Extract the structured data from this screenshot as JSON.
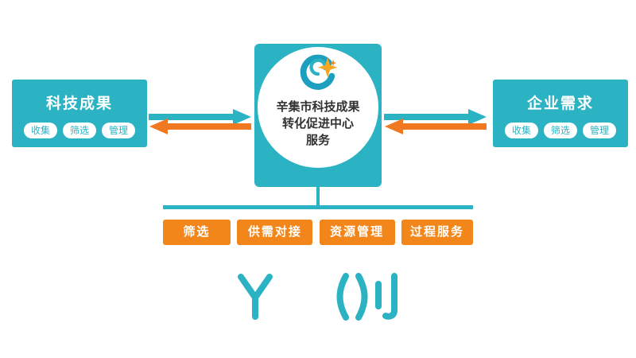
{
  "colors": {
    "teal": "#2bb3c4",
    "orange_button": "#f2861a",
    "orange_arrow": "#f07820",
    "dark_text": "#333333",
    "white": "#ffffff"
  },
  "left_panel": {
    "title": "科技成果",
    "tags": [
      "收集",
      "筛选",
      "管理"
    ]
  },
  "right_panel": {
    "title": "企业需求",
    "tags": [
      "收集",
      "筛选",
      "管理"
    ]
  },
  "center": {
    "lines": [
      "辛集市科技成果",
      "转化促进中心",
      "服务"
    ],
    "logo": "swirl-with-orange-star"
  },
  "flows": {
    "teal_arrow_direction": "left-to-right",
    "orange_arrow_direction": "right-to-left"
  },
  "bottom_buttons": [
    "筛选",
    "供需对接",
    "资源管理",
    "过程服务"
  ],
  "watermark": {
    "style": "large partially-rendered teal glyph fragments",
    "color": "#2bb3c4"
  }
}
